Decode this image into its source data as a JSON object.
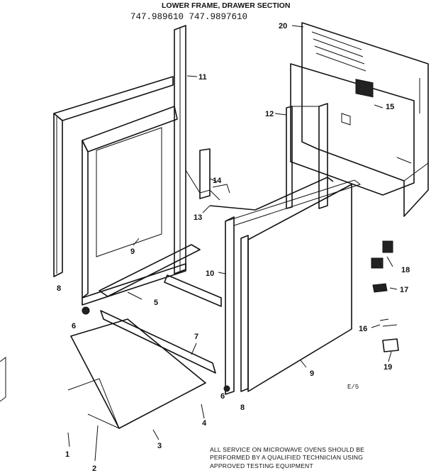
{
  "title": {
    "line1": "LOWER FRAME, DRAWER SECTION",
    "line2": "747.989610 747.9897610"
  },
  "callouts": [
    "1",
    "2",
    "3",
    "4",
    "5",
    "6",
    "6",
    "7",
    "8",
    "8",
    "9",
    "9",
    "10",
    "11",
    "12",
    "13",
    "14",
    "15",
    "16",
    "17",
    "18",
    "19",
    "20"
  ],
  "labels": {
    "c1": "1",
    "c2": "2",
    "c3": "3",
    "c4": "4",
    "c5": "5",
    "c6a": "6",
    "c6b": "6",
    "c7": "7",
    "c8a": "8",
    "c8b": "8",
    "c9a": "9",
    "c9b": "9",
    "c10": "10",
    "c11": "11",
    "c12": "12",
    "c13": "13",
    "c14": "14",
    "c15": "15",
    "c16": "16",
    "c17": "17",
    "c18": "18",
    "c19": "19",
    "c20": "20"
  },
  "page_ref": "E/5",
  "footer_note": {
    "line1": "ALL SERVICE ON MICROWAVE OVENS SHOULD BE",
    "line2": "PERFORMED BY A QUALIFIED TECHNICIAN USING",
    "line3": "APPROVED TESTING EQUIPMENT"
  }
}
